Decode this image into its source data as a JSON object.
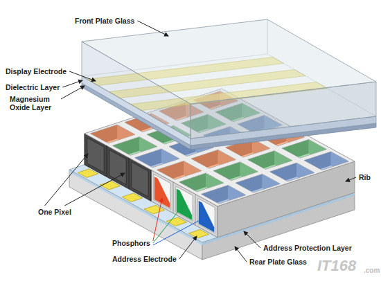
{
  "diagram": {
    "labels": [
      "Front Plate Glass",
      "Display Electrode",
      "Dielectric Layer",
      "Magnesium Oxide Layer",
      "One Pixel",
      "Rib",
      "Address Protection Layer",
      "Phosphors",
      "Address Electrode",
      "Rear Plate Glass",
      "IT168",
      ".com"
    ]
  }
}
